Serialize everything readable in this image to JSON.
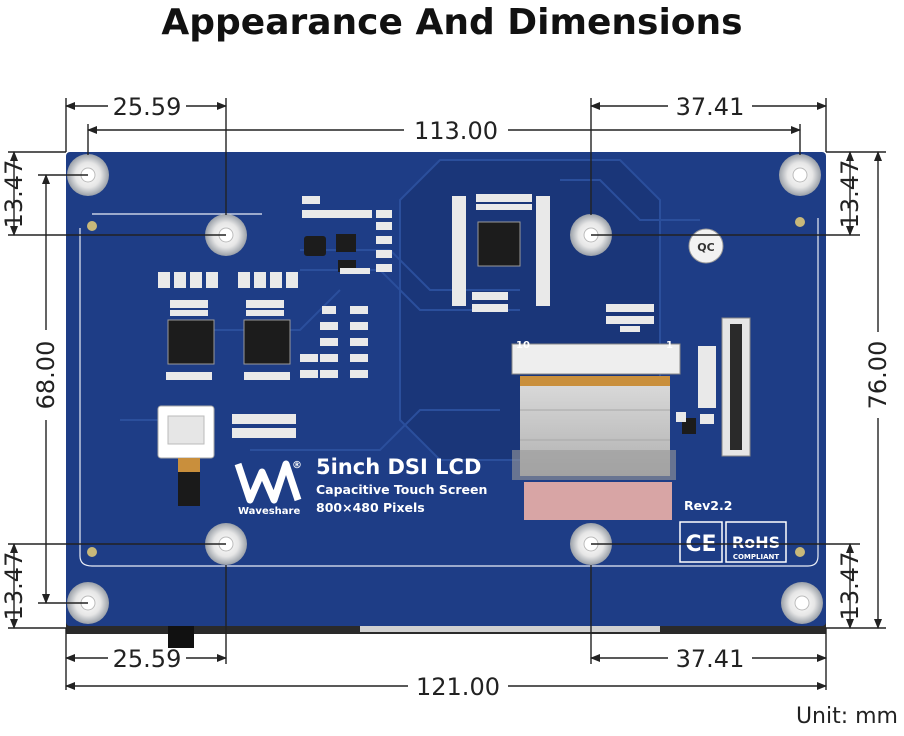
{
  "title": "Appearance And Dimensions",
  "unit": "Unit: mm",
  "dimensions": {
    "top_left_offset": "25.59",
    "top_right_offset": "37.41",
    "top_hole_span": "113.00",
    "bottom_left_offset": "25.59",
    "bottom_right_offset": "37.41",
    "overall_width": "121.00",
    "left_top_offset": "13.47",
    "left_hole_span": "68.00",
    "left_bottom_offset": "13.47",
    "right_top_offset": "13.47",
    "right_overall_height": "76.00",
    "right_bottom_offset": "13.47"
  },
  "board": {
    "product_name": "5inch DSI LCD",
    "subtitle": "Capacitive Touch Screen",
    "resolution": "800×480 Pixels",
    "brand": "Waveshare",
    "revision": "Rev2.2",
    "ce_mark": "CE",
    "rohs_mark": "RoHS",
    "rohs_sub": "COMPLIANT",
    "connector_pin_10": "10",
    "connector_pin_1": "1",
    "registered_mark": "®"
  },
  "colors": {
    "pcb": "#1e3d86",
    "pcb_dark": "#1a3679",
    "trace": "#2b4f9c",
    "dimension_line": "#222222"
  }
}
